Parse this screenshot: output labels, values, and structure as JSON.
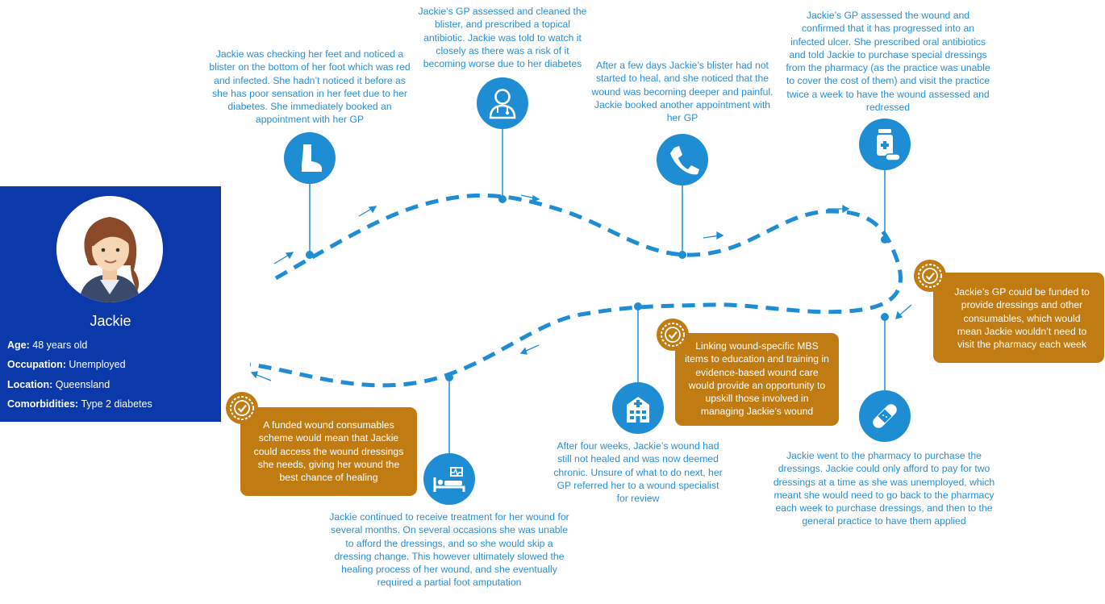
{
  "persona": {
    "name": "Jackie",
    "fields": [
      {
        "label": "Age:",
        "value": "48 years old"
      },
      {
        "label": "Occupation:",
        "value": "Unemployed"
      },
      {
        "label": "Location:",
        "value": "Queensland"
      },
      {
        "label": "Comorbidities:",
        "value": "Type 2 diabetes"
      }
    ]
  },
  "steps": [
    {
      "icon": "foot-icon",
      "text": "Jackie was checking her feet and noticed a blister on the bottom of her foot which was red and infected. She hadn’t noticed it before as she has poor sensation in her feet due to her diabetes. She immediately booked an appointment with her GP"
    },
    {
      "icon": "doctor-icon",
      "text": "Jackie’s GP assessed and cleaned the blister, and prescribed a topical antibiotic. Jackie was told to watch it closely as there was a risk of it becoming worse due to her diabetes"
    },
    {
      "icon": "phone-icon",
      "text": "After a few days Jackie’s blister had not started to heal, and she noticed that the wound was becoming deeper and painful. Jackie booked another appointment with her GP"
    },
    {
      "icon": "medicine-icon",
      "text": "Jackie’s GP assessed the wound and confirmed that it has progressed into an infected ulcer. She prescribed oral antibiotics and told Jackie to purchase special dressings from the pharmacy (as the practice was unable to cover the cost of them) and visit the practice twice a week to have the wound assessed and redressed"
    },
    {
      "icon": "bandage-icon",
      "text": "Jackie went to the pharmacy to purchase the dressings. Jackie could only afford to pay for two dressings at a time as she was unemployed, which meant she would need to go back to the pharmacy each week to purchase dressings, and then to the general practice to have them applied"
    },
    {
      "icon": "hospital-icon",
      "text": "After four weeks, Jackie’s wound had still not healed and was now deemed chronic. Unsure of what to do next, her GP referred her to a wound specialist for review"
    },
    {
      "icon": "hospital-bed-icon",
      "text": "Jackie continued to receive treatment for her wound for several months. On several occasions she was unable to afford the dressings, and so she would skip a dressing change. This however ultimately slowed the healing process of her wound, and she eventually required a partial foot amputation"
    }
  ],
  "callouts": [
    {
      "icon": "check-badge-icon",
      "text": "Jackie’s GP could be funded to provide dressings and other consumables, which would mean Jackie wouldn’t need to visit the pharmacy each week"
    },
    {
      "icon": "check-badge-icon",
      "text": "Linking wound-specific MBS items to education and training in evidence-based wound care would provide an opportunity to upskill those involved in managing Jackie’s wound"
    },
    {
      "icon": "check-badge-icon",
      "text": "A funded wound consumables scheme would mean that Jackie could access the wound dressings she needs, giving her wound the best chance of healing"
    }
  ],
  "colors": {
    "primary_blue": "#1f8dd4",
    "profile_navy": "#0b39a9",
    "callout_gold": "#c07c12",
    "text_blue": "#2a8fd6"
  }
}
